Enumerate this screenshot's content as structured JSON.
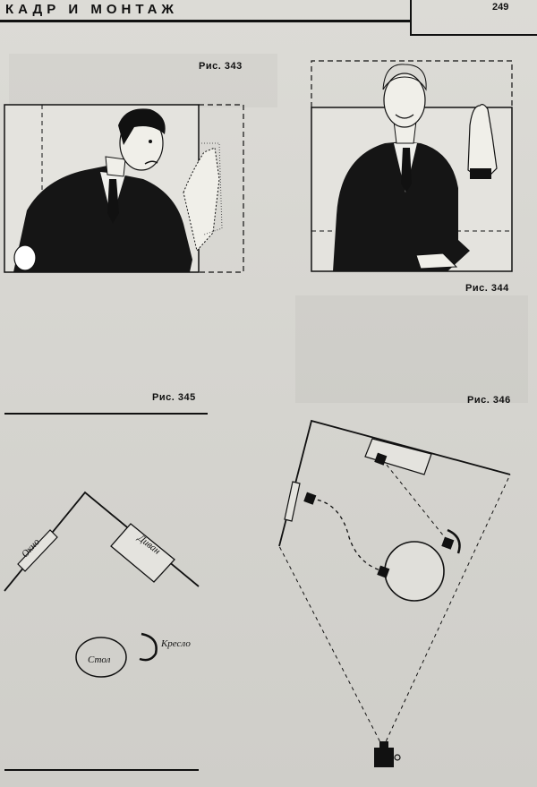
{
  "header": {
    "title": "КАДР И МОНТАЖ",
    "page_number": "249"
  },
  "figures": {
    "fig343": {
      "caption": "Рис. 343"
    },
    "fig344": {
      "caption": "Рис. 344"
    },
    "fig345": {
      "caption": "Рис. 345",
      "labels": {
        "window": "Окно",
        "sofa": "Диван",
        "table": "Стол",
        "armchair": "Кресло"
      }
    },
    "fig346": {
      "caption": "Рис. 346"
    }
  }
}
